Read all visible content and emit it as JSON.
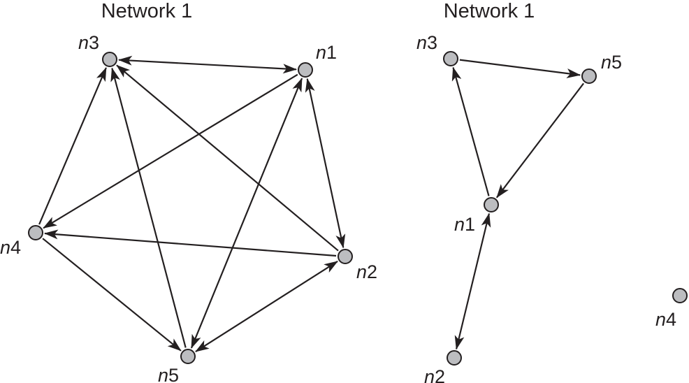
{
  "networks": [
    {
      "title": "Network 1",
      "nodes": [
        {
          "id": "n1",
          "label_italic": "n",
          "label_num": "1",
          "label_side": "top-right"
        },
        {
          "id": "n2",
          "label_italic": "n",
          "label_num": "2",
          "label_side": "bottom-right"
        },
        {
          "id": "n3",
          "label_italic": "n",
          "label_num": "3",
          "label_side": "top-left"
        },
        {
          "id": "n4",
          "label_italic": "n",
          "label_num": "4",
          "label_side": "left"
        },
        {
          "id": "n5",
          "label_italic": "n",
          "label_num": "5",
          "label_side": "bottom"
        }
      ],
      "edges": [
        {
          "from": "n3",
          "to": "n1",
          "bidirectional": true
        },
        {
          "from": "n4",
          "to": "n3",
          "bidirectional": false
        },
        {
          "from": "n5",
          "to": "n3",
          "bidirectional": false
        },
        {
          "from": "n2",
          "to": "n3",
          "bidirectional": false
        },
        {
          "from": "n1",
          "to": "n4",
          "bidirectional": false
        },
        {
          "from": "n1",
          "to": "n2",
          "bidirectional": true
        },
        {
          "from": "n1",
          "to": "n5",
          "bidirectional": true
        },
        {
          "from": "n2",
          "to": "n4",
          "bidirectional": false
        },
        {
          "from": "n4",
          "to": "n5",
          "bidirectional": false
        },
        {
          "from": "n5",
          "to": "n2",
          "bidirectional": true
        }
      ]
    },
    {
      "title": "Network 1",
      "nodes": [
        {
          "id": "n3",
          "label_italic": "n",
          "label_num": "3",
          "label_side": "top-left"
        },
        {
          "id": "n5",
          "label_italic": "n",
          "label_num": "5",
          "label_side": "top-right"
        },
        {
          "id": "n1",
          "label_italic": "n",
          "label_num": "1",
          "label_side": "left"
        },
        {
          "id": "n2",
          "label_italic": "n",
          "label_num": "2",
          "label_side": "bottom-left"
        },
        {
          "id": "n4",
          "label_italic": "n",
          "label_num": "4",
          "label_side": "bottom-left"
        }
      ],
      "edges": [
        {
          "from": "n3",
          "to": "n5",
          "bidirectional": false
        },
        {
          "from": "n5",
          "to": "n1",
          "bidirectional": false
        },
        {
          "from": "n1",
          "to": "n3",
          "bidirectional": false
        },
        {
          "from": "n1",
          "to": "n2",
          "bidirectional": true
        }
      ]
    }
  ],
  "colors": {
    "node_fill": "#bcbdc0",
    "stroke": "#231f20"
  }
}
